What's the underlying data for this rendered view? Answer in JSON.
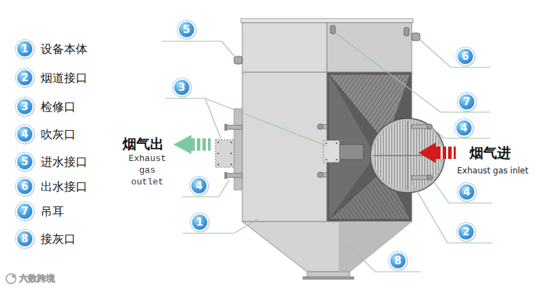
{
  "diagram": {
    "nodes": [
      {
        "text": [
          "1",
          "设备本体"
        ]
      },
      {
        "text": [
          "2",
          "烟道接口"
        ]
      },
      {
        "text": [
          "3",
          "检修口"
        ]
      },
      {
        "text": [
          "4",
          "吹灰口"
        ]
      },
      {
        "text": [
          "5",
          "进水接口"
        ]
      },
      {
        "text": [
          "6",
          "出水接口"
        ]
      },
      {
        "text": [
          "7",
          "吊耳"
        ]
      },
      {
        "text": [
          "8",
          "接灰口"
        ]
      },
      {
        "text": [
          "5"
        ]
      },
      {
        "text": [
          "6"
        ]
      },
      {
        "text": [
          "3"
        ]
      },
      {
        "text": [
          "7"
        ]
      },
      {
        "text": [
          "4"
        ]
      },
      {
        "text": [
          "4"
        ]
      },
      {
        "text": [
          "4"
        ]
      },
      {
        "text": [
          "1"
        ]
      },
      {
        "text": [
          "2"
        ]
      },
      {
        "text": [
          "8"
        ]
      }
    ],
    "labels": [
      "烟气出",
      "Exhaust gas outlet",
      "烟气进",
      "Exhaust gas inlet",
      "六数跨境"
    ]
  }
}
